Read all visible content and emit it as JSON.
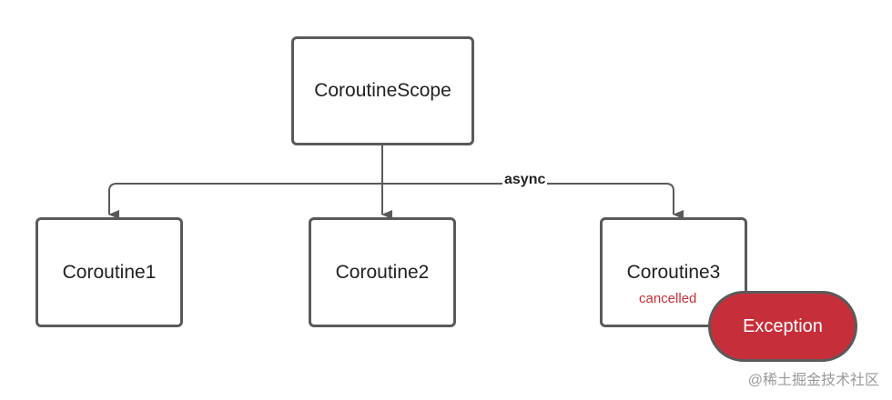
{
  "diagram": {
    "root": {
      "label": "CoroutineScope"
    },
    "children": [
      {
        "label": "Coroutine1"
      },
      {
        "label": "Coroutine2"
      },
      {
        "label": "Coroutine3",
        "status": "cancelled"
      }
    ],
    "edge_label": "async",
    "exception": {
      "label": "Exception"
    }
  },
  "colors": {
    "line": "#5a5a5a",
    "exception_fill": "#c62f3a",
    "status_text": "#c62f3a"
  },
  "watermark": "@稀土掘金技术社区"
}
